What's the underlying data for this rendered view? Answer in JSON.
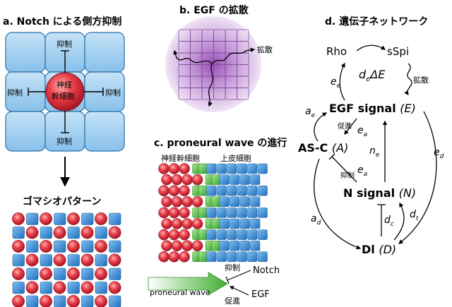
{
  "panel_a": {
    "title": "a. Notch による側方抑制",
    "center_label_1": "神経",
    "center_label_2": "幹細胞",
    "inhibit_label": "抑制",
    "result_title": "ゴマシオパターン"
  },
  "panel_b": {
    "title": "b. EGF の拡散",
    "diffusion_label": "拡散"
  },
  "panel_c": {
    "title": "c. proneural wave の進行",
    "left_label": "神経幹細胞",
    "right_label": "上皮細胞",
    "arrow_label": "proneural wave",
    "inhibit_label": "抑制",
    "notch_label": "Notch",
    "egf_label": "EGF",
    "promote_label": "促進"
  },
  "panel_d": {
    "title": "d. 遺伝子ネットワーク",
    "rho": "Rho",
    "sspi": "sSpi",
    "de_delta_e": "d",
    "de_sub": "e",
    "delta_e": "ΔE",
    "diffusion_label": "拡散",
    "ee": "e",
    "ee_sub": "e",
    "egf_signal": "EGF signal",
    "egf_var": "(E)",
    "ae": "a",
    "ae_sub": "e",
    "promote_label": "促進",
    "ea1": "e",
    "ea1_sub": "a",
    "asc": "AS-C",
    "asc_var": "(A)",
    "ne": "n",
    "ne_sub": "e",
    "ed": "e",
    "ed_sub": "d",
    "inhibit_label": "抑制",
    "ea2": "e",
    "ea2_sub": "a",
    "n_signal": "N signal",
    "n_var": "(N)",
    "ad": "a",
    "ad_sub": "d",
    "dt": "d",
    "dt_sub": "t",
    "dc": "d",
    "dc_sub": "c",
    "dl": "Dl",
    "dl_var": "(D)"
  },
  "colors": {
    "blue_cell": "#3b8fd6",
    "light_blue_cell": "#a9d2ef",
    "red_cell": "#e2343f",
    "green_cell": "#4fbf3f",
    "purple": "#8b3fa8"
  }
}
